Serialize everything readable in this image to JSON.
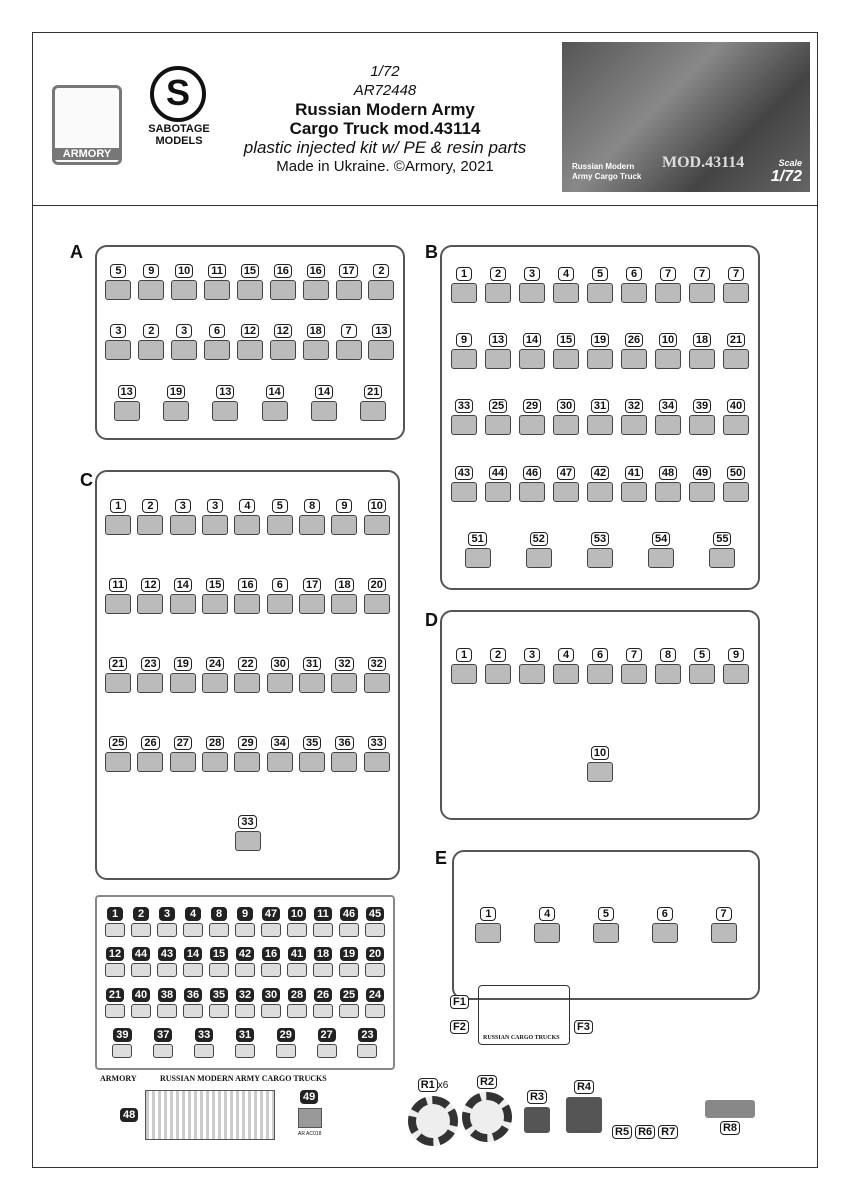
{
  "header": {
    "armory_logo": "ARMORY",
    "sabotage_logo": "SABOTAGE MODELS",
    "scale": "1/72",
    "code": "AR72448",
    "title_line1": "Russian Modern Army",
    "title_line2": "Cargo Truck mod.43114",
    "subtitle": "plastic injected kit w/ PE & resin parts",
    "made_in": "Made in Ukraine. ©Armory, 2021",
    "box_art": {
      "caption": "Russian Modern Army Cargo Truck",
      "model": "MOD.43114",
      "scale_label": "Scale",
      "scale": "1/72"
    }
  },
  "sprues": {
    "A": {
      "letter": "A",
      "parts": [
        "5",
        "9",
        "10",
        "11",
        "15",
        "16",
        "16",
        "17",
        "2",
        "3",
        "2",
        "3",
        "6",
        "12",
        "12",
        "18",
        "7",
        "13",
        "13",
        "19",
        "13",
        "14",
        "14",
        "21"
      ]
    },
    "B": {
      "letter": "B",
      "parts": [
        "1",
        "2",
        "3",
        "4",
        "5",
        "6",
        "7",
        "7",
        "7",
        "9",
        "13",
        "14",
        "15",
        "19",
        "26",
        "10",
        "18",
        "21",
        "33",
        "25",
        "29",
        "30",
        "31",
        "32",
        "34",
        "39",
        "40",
        "43",
        "44",
        "46",
        "47",
        "42",
        "41",
        "48",
        "49",
        "50",
        "51",
        "52",
        "53",
        "54",
        "55"
      ]
    },
    "C": {
      "letter": "C",
      "parts": [
        "1",
        "2",
        "3",
        "3",
        "4",
        "5",
        "8",
        "9",
        "10",
        "11",
        "12",
        "14",
        "15",
        "16",
        "6",
        "17",
        "18",
        "20",
        "21",
        "23",
        "19",
        "24",
        "22",
        "30",
        "31",
        "32",
        "32",
        "25",
        "26",
        "27",
        "28",
        "29",
        "34",
        "35",
        "36",
        "33",
        "33"
      ]
    },
    "D": {
      "letter": "D",
      "parts": [
        "1",
        "2",
        "3",
        "4",
        "6",
        "7",
        "8",
        "5",
        "9",
        "10"
      ]
    },
    "E": {
      "letter": "E",
      "parts": [
        "1",
        "4",
        "5",
        "6",
        "7"
      ]
    }
  },
  "pe_fret": {
    "parts": [
      "1",
      "2",
      "3",
      "4",
      "8",
      "9",
      "47",
      "10",
      "11",
      "46",
      "45",
      "12",
      "44",
      "43",
      "14",
      "15",
      "42",
      "16",
      "41",
      "18",
      "19",
      "20",
      "21",
      "40",
      "38",
      "36",
      "35",
      "32",
      "30",
      "28",
      "26",
      "25",
      "24",
      "39",
      "37",
      "33",
      "31",
      "29",
      "27",
      "23"
    ],
    "text": "ARMORY",
    "engraving": "RUSSIAN MODERN ARMY CARGO TRUCKS"
  },
  "film": {
    "parts": [
      "F1",
      "F2",
      "F3"
    ],
    "caption": "RUSSIAN CARGO TRUCKS"
  },
  "resin": [
    {
      "label": "R1",
      "qty": "x6"
    },
    {
      "label": "R2",
      "qty": ""
    },
    {
      "label": "R3",
      "qty": ""
    },
    {
      "label": "R4",
      "qty": ""
    },
    {
      "label": "R5",
      "qty": ""
    },
    {
      "label": "R6",
      "qty": ""
    },
    {
      "label": "R7",
      "qty": ""
    },
    {
      "label": "R8",
      "qty": ""
    }
  ],
  "decals": {
    "large": "48",
    "small": "49",
    "small_text": "AR AC018"
  }
}
